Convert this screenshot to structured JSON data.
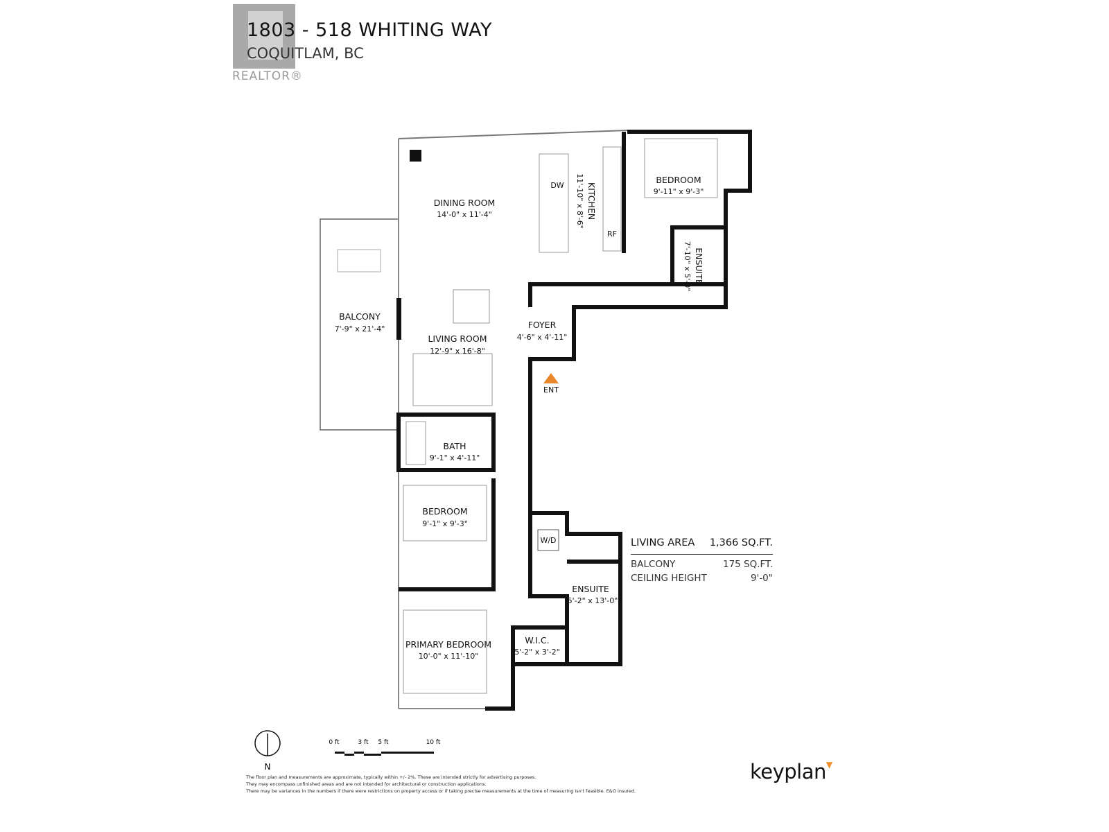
{
  "header": {
    "title": "1803 - 518 WHITING WAY",
    "subtitle": "COQUITLAM, BC",
    "logo_text": "REALTOR®"
  },
  "rooms": {
    "dining": {
      "name": "DINING ROOM",
      "dims": "14'-0\"  x  11'-4\""
    },
    "kitchen": {
      "name": "KITCHEN",
      "dims": "11'-10\" x 8'-6\""
    },
    "bedroom_ne": {
      "name": "BEDROOM",
      "dims": "9'-11\"  x  9'-3\""
    },
    "ensuite_ne": {
      "name": "ENSUITE",
      "dims": "7'-10\" x 5'-0\""
    },
    "balcony": {
      "name": "BALCONY",
      "dims": "7'-9\"  x  21'-4\""
    },
    "living": {
      "name": "LIVING ROOM",
      "dims": "12'-9\"  x  16'-8\""
    },
    "foyer": {
      "name": "FOYER",
      "dims": "4'-6\"  x  4'-11\""
    },
    "bath": {
      "name": "BATH",
      "dims": "9'-1\"  x  4'-11\""
    },
    "bedroom_w": {
      "name": "BEDROOM",
      "dims": "9'-1\"  x  9'-3\""
    },
    "ensuite_s": {
      "name": "ENSUITE",
      "dims": "5'-2\" x 13'-0\""
    },
    "wic": {
      "name": "W.I.C.",
      "dims": "5'-2\" x 3'-2\""
    },
    "primary": {
      "name": "PRIMARY BEDROOM",
      "dims": "10'-0\"  x  11'-10\""
    }
  },
  "fixtures": {
    "dw": "DW",
    "rf": "RF",
    "wd": "W/D"
  },
  "entrance_label": "ENT",
  "entrance_color": "#e8862a",
  "info": {
    "living_area_label": "LIVING AREA",
    "living_area_value": "1,366 SQ.FT.",
    "balcony_label": "BALCONY",
    "balcony_value": "175 SQ.FT.",
    "ceiling_label": "CEILING HEIGHT",
    "ceiling_value": "9'-0\""
  },
  "compass": {
    "label": "N"
  },
  "scale_bar": {
    "ticks": [
      "0 ft",
      "3 ft",
      "5 ft",
      "10 ft"
    ]
  },
  "disclaimer": [
    "The floor plan and measurements are approximate, typically within +/- 2%. These are intended strictly for advertising purposes.",
    "They may encompass unfinished areas and are not intended for architectural or construction applications.",
    "There may be variances in the numbers if there were restrictions on property access or if taking precise measurements at the time of measuring isn't feasible. E&O insured."
  ],
  "brand": {
    "name": "keyplan",
    "accent": "#f28c28"
  }
}
